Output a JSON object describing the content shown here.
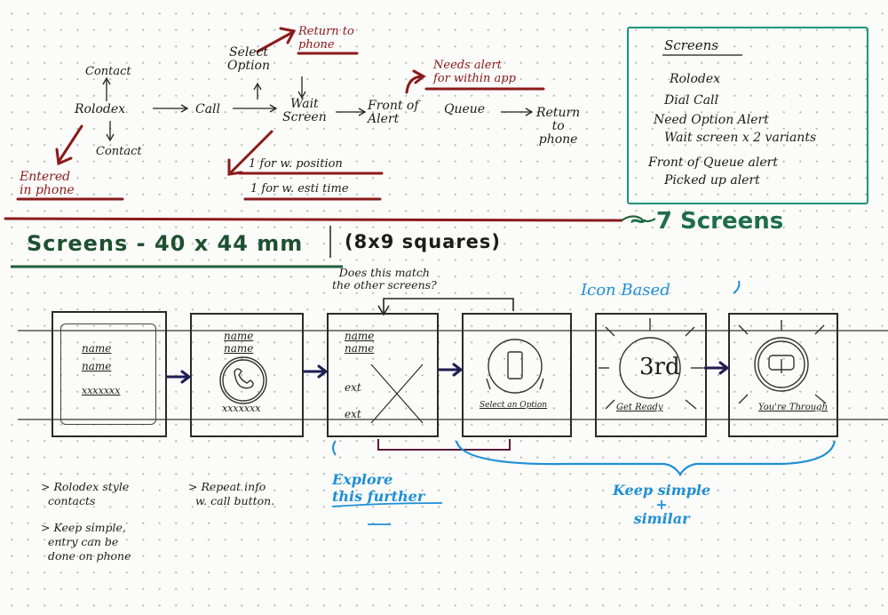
{
  "flow": {
    "rolodex": "Rolodex",
    "contact_up": "Contact",
    "contact_down": "Contact",
    "entered_in_phone": "Entered\nin phone",
    "call": "Call",
    "select_option": "Select\nOption",
    "return_to_phone_top": "Return to\nphone",
    "wait_screen": "Wait\nScreen",
    "w_position": "1 for w. position",
    "w_esti_time": "1 for w. esti time",
    "front_of_queue_alert": "Front of\nAlert",
    "queue_word": "Queue",
    "needs_alert": "Needs alert\nfor within app",
    "return_to_phone": "Return\nto\nphone",
    "seven_screens": "~ 7 Screens"
  },
  "legend": {
    "title": "Screens",
    "items": [
      "Rolodex",
      "Dial Call",
      "Need Option Alert",
      "Wait screen   x 2 variants",
      "Front of Queue alert",
      "Picked up alert"
    ]
  },
  "heading": {
    "title": "Screens - 40 x 44 mm",
    "subtitle": "(8x9 squares)"
  },
  "annotations": {
    "does_this_match": "Does this match\nthe other screens?",
    "icon_based": "Icon Based",
    "explore": "Explore\nthis further",
    "keep_simple_similar": "Keep simple\n+\nsimilar"
  },
  "screens": [
    {
      "lines": [
        "name",
        "name",
        "xxxxxxx"
      ]
    },
    {
      "lines": [
        "name",
        "name",
        "xxxxxxx"
      ]
    },
    {
      "lines": [
        "name",
        "name",
        "ext",
        "ext"
      ]
    },
    {
      "caption": "Select an Option"
    },
    {
      "caption": "Get Ready",
      "number": "3rd"
    },
    {
      "caption": "You're Through"
    }
  ],
  "notes": {
    "note1": "> Rolodex style\n  contacts",
    "note2": "> Keep simple,\n  entry can be\n  done on phone",
    "note3": "> Repeat info\n  w. call button."
  }
}
